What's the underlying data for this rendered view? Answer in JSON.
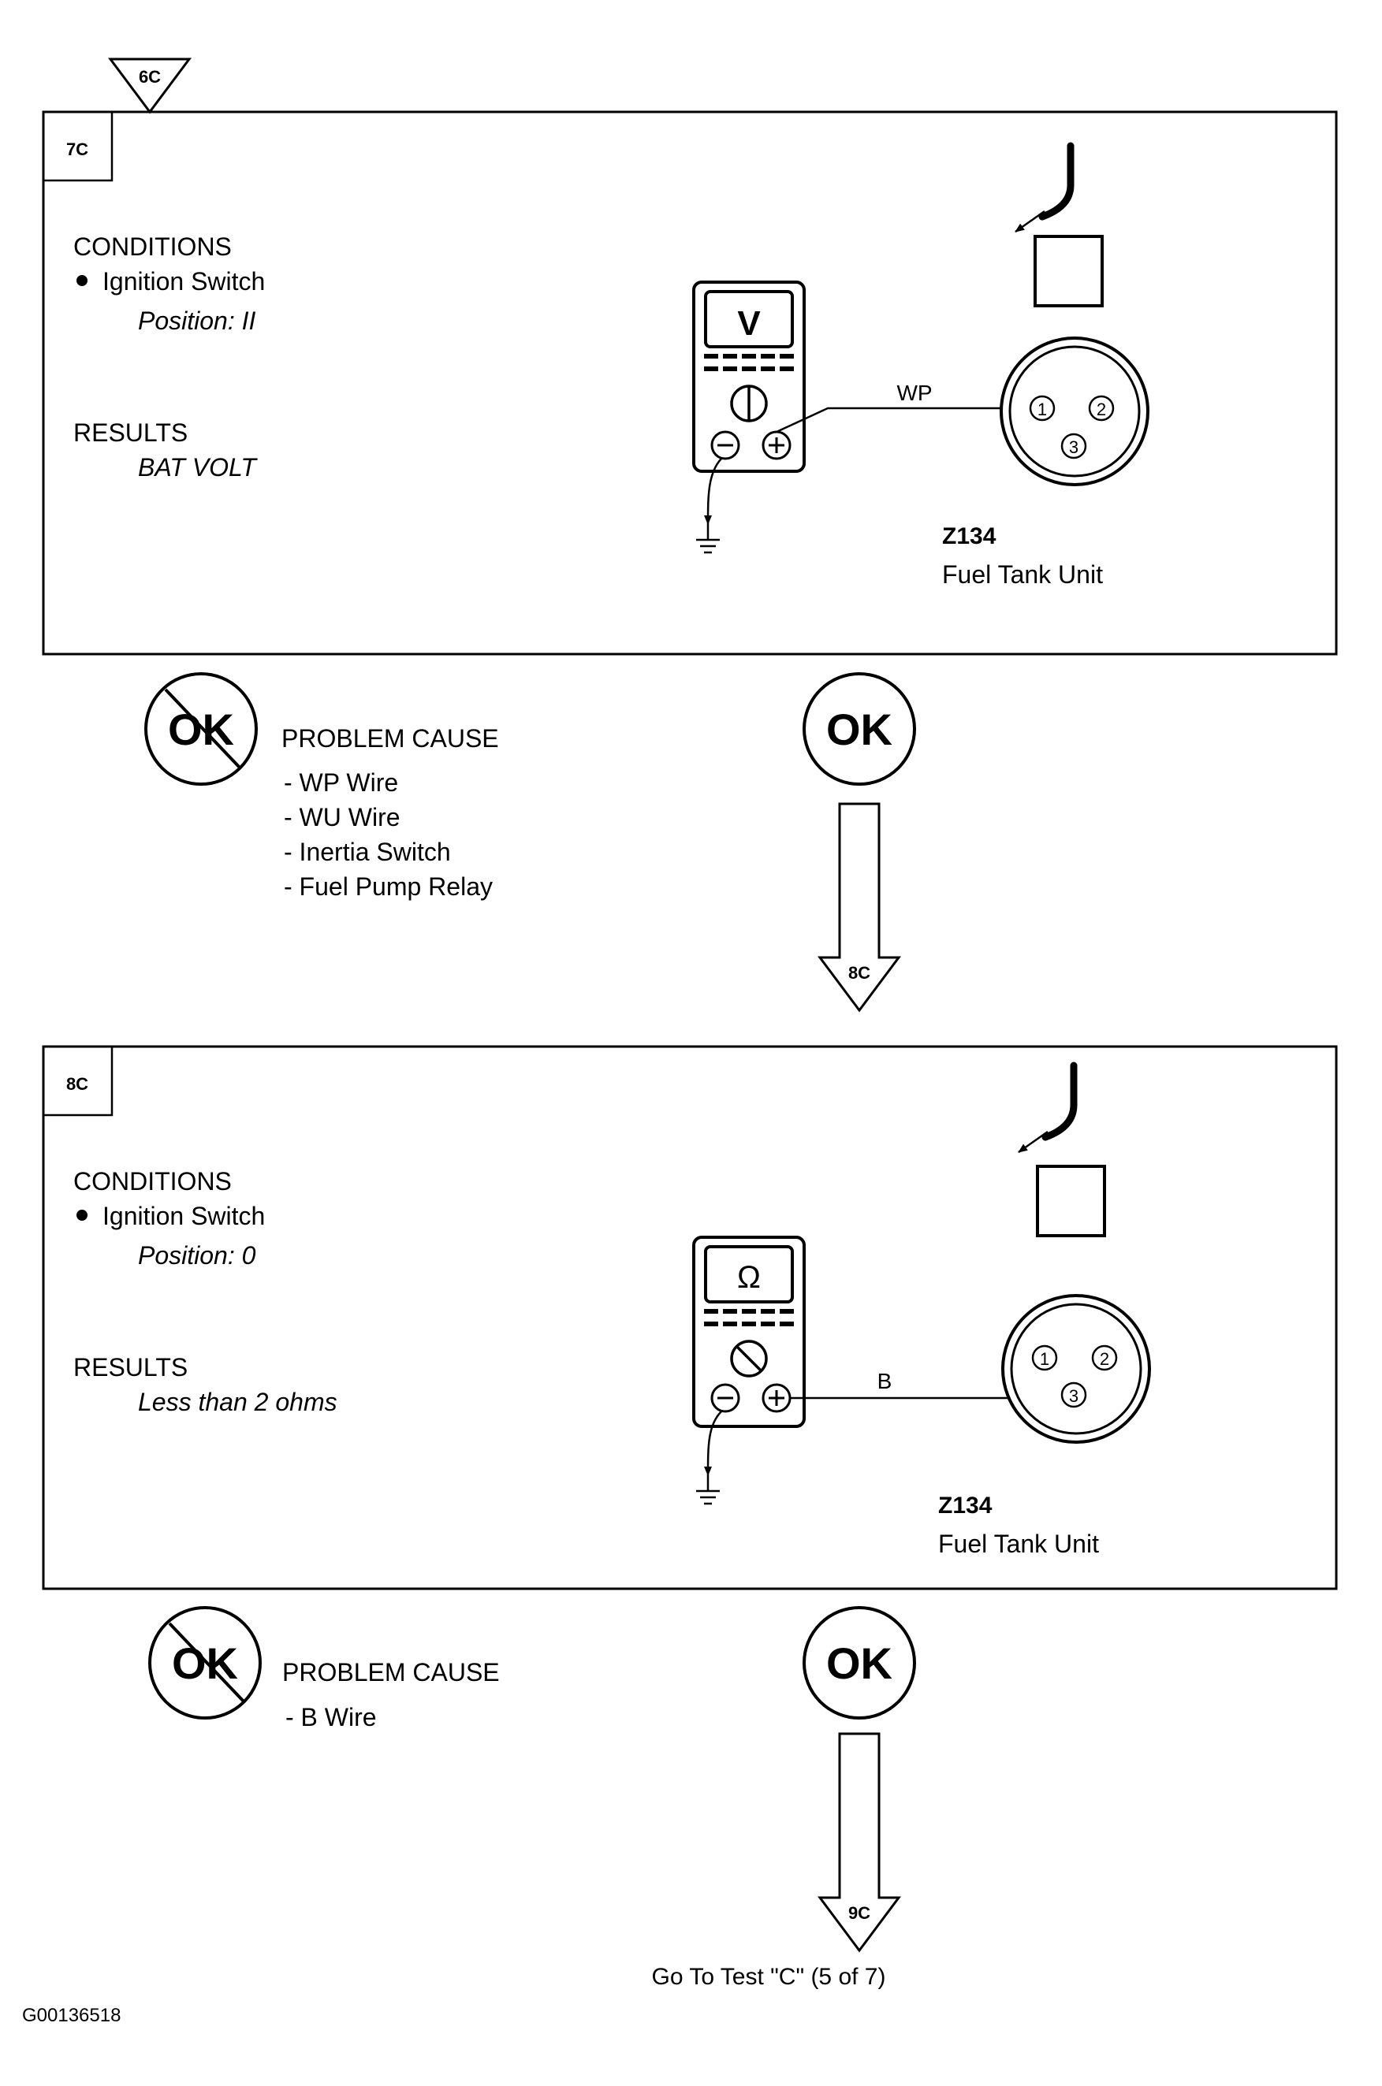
{
  "entry_marker": "6C",
  "tests": [
    {
      "id": "7C",
      "conditions_heading": "CONDITIONS",
      "condition_item": "Ignition Switch",
      "condition_detail": "Position: II",
      "results_heading": "RESULTS",
      "result_value": "BAT VOLT",
      "meter_symbol": "V",
      "wire_label": "WP",
      "pins": [
        "1",
        "2",
        "3"
      ],
      "component_code": "Z134",
      "component_name": "Fuel Tank Unit",
      "not_ok_label": "OK",
      "problem_heading": "PROBLEM CAUSE",
      "problem_causes": [
        "WP  Wire",
        "WU  Wire",
        "Inertia Switch",
        "Fuel Pump Relay"
      ],
      "ok_label": "OK",
      "next_marker": "8C"
    },
    {
      "id": "8C",
      "conditions_heading": "CONDITIONS",
      "condition_item": "Ignition Switch",
      "condition_detail": "Position: 0",
      "results_heading": "RESULTS",
      "result_value": "Less than 2 ohms",
      "meter_symbol": "Ω",
      "wire_label": "B",
      "pins": [
        "1",
        "2",
        "3"
      ],
      "component_code": "Z134",
      "component_name": "Fuel Tank Unit",
      "not_ok_label": "OK",
      "problem_heading": "PROBLEM CAUSE",
      "problem_causes": [
        "B  Wire"
      ],
      "ok_label": "OK",
      "next_marker": "9C"
    }
  ],
  "footer_note": "Go To Test \"C\" (5 of 7)",
  "figure_id": "G00136518"
}
